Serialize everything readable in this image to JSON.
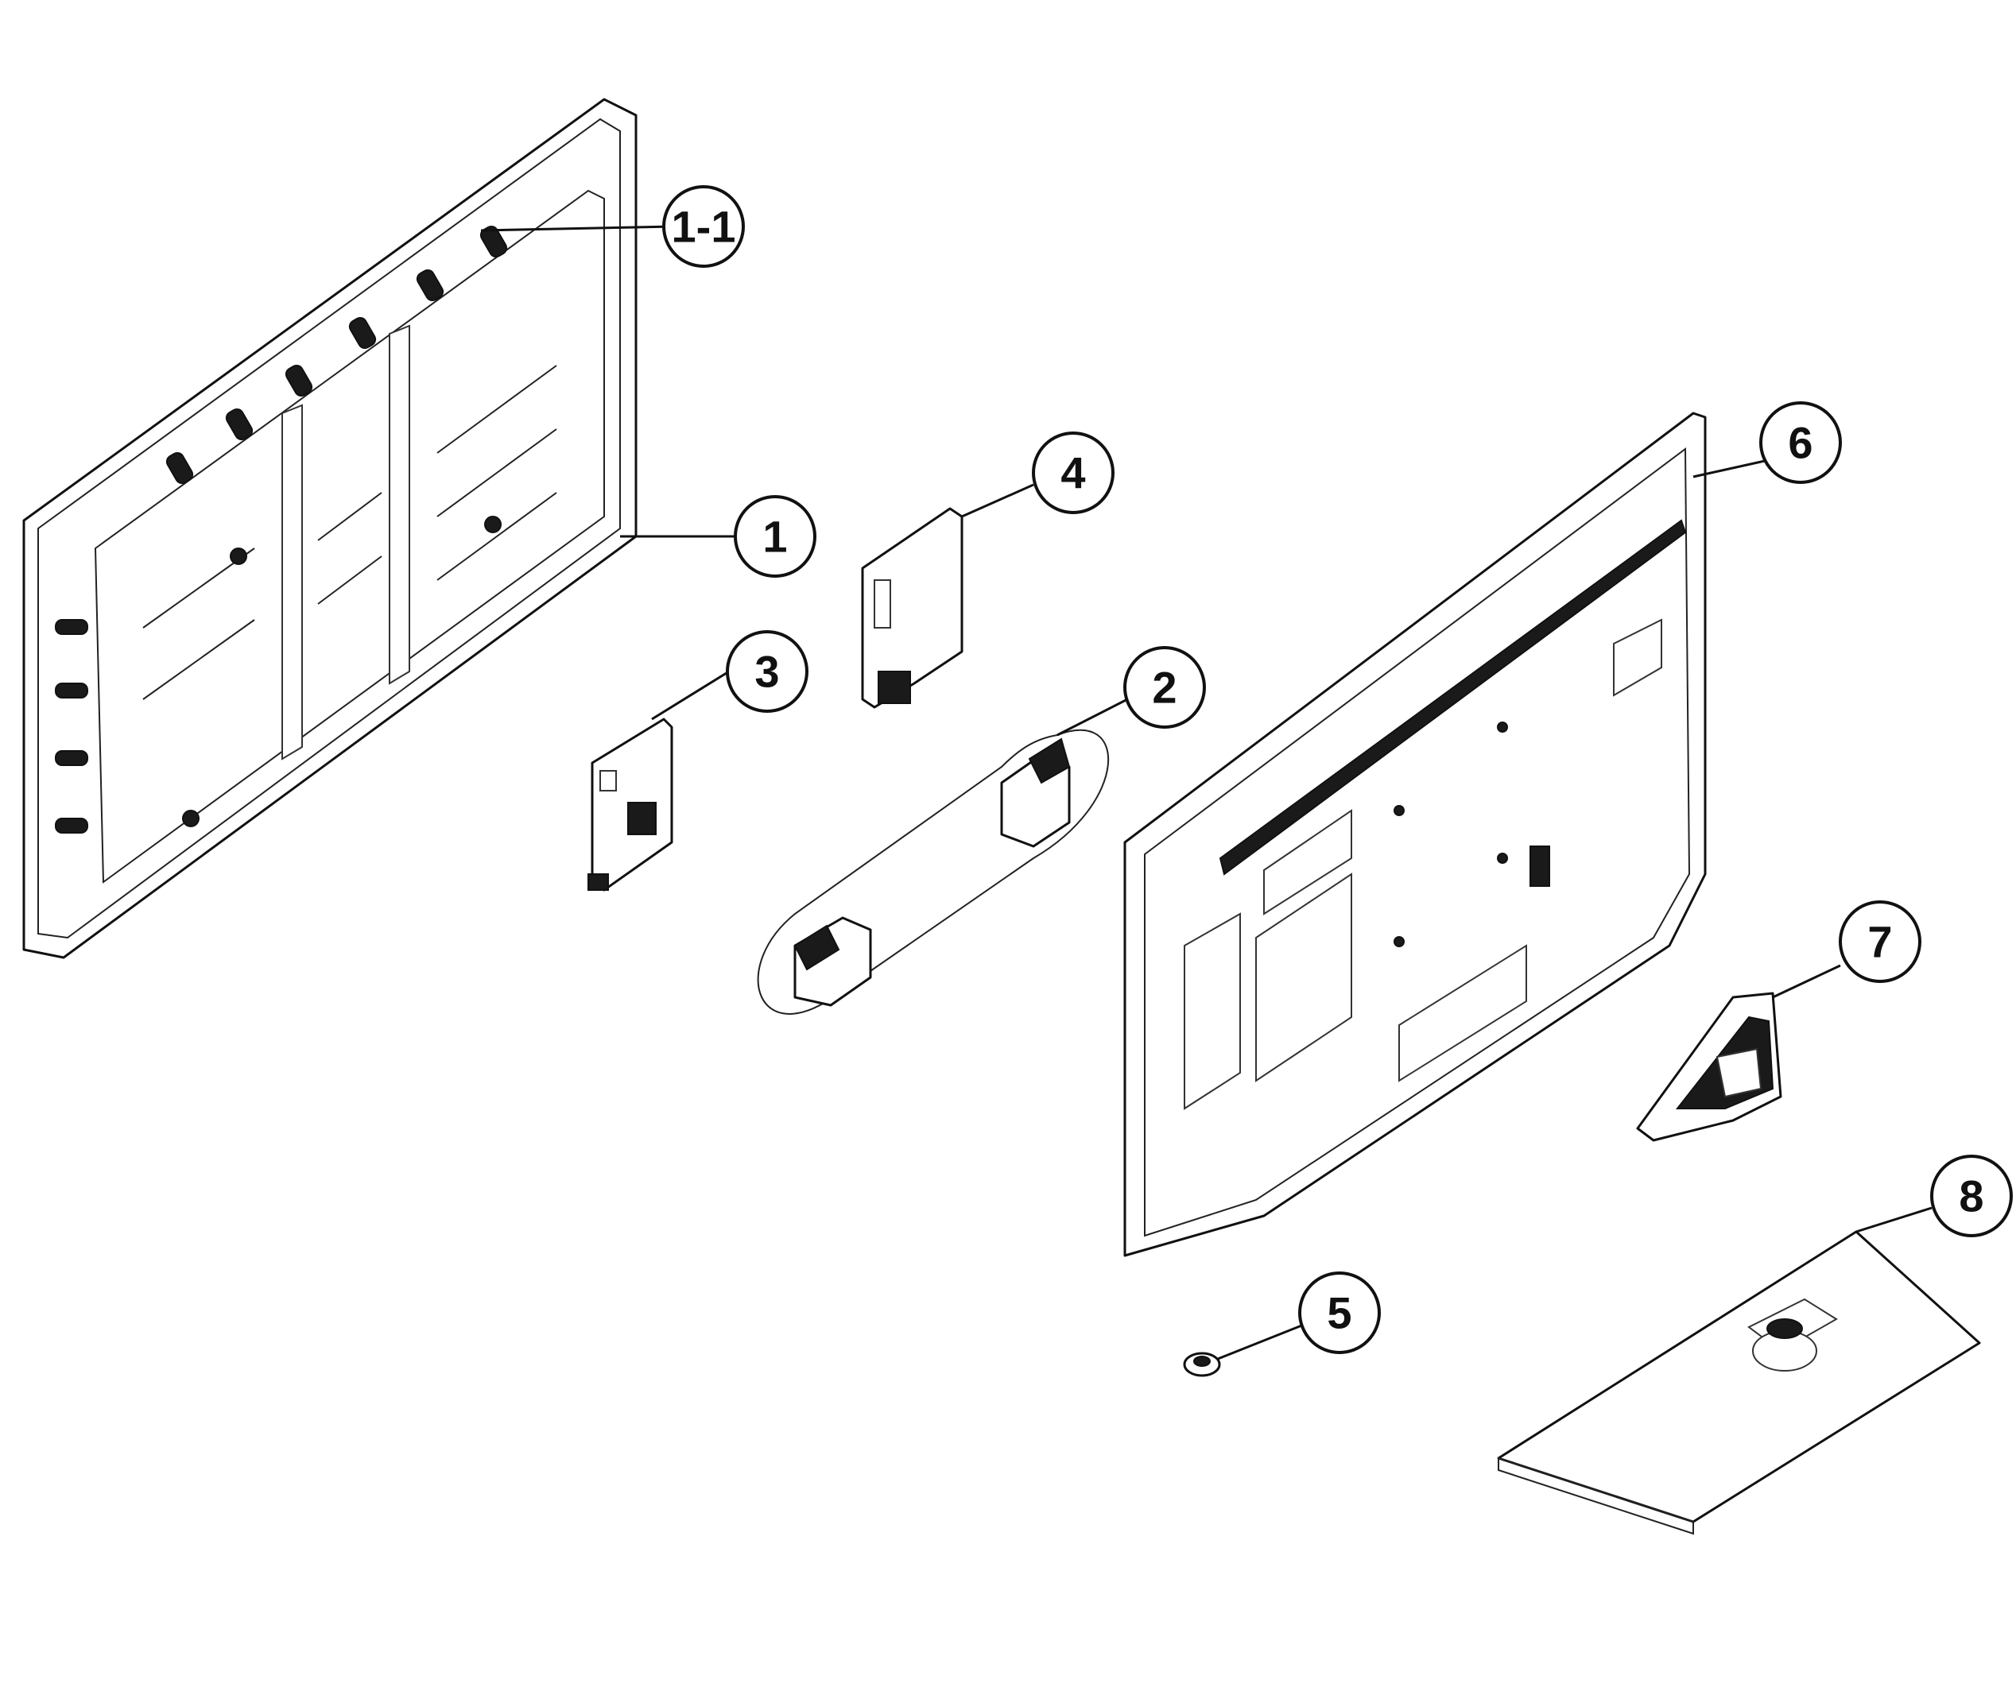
{
  "callouts": [
    {
      "id": "1-1",
      "label": "1-1"
    },
    {
      "id": "1",
      "label": "1"
    },
    {
      "id": "2",
      "label": "2"
    },
    {
      "id": "3",
      "label": "3"
    },
    {
      "id": "4",
      "label": "4"
    },
    {
      "id": "5",
      "label": "5"
    },
    {
      "id": "6",
      "label": "6"
    },
    {
      "id": "7",
      "label": "7"
    },
    {
      "id": "8",
      "label": "8"
    }
  ],
  "colors": {
    "line": "#111111",
    "background": "#ffffff"
  }
}
